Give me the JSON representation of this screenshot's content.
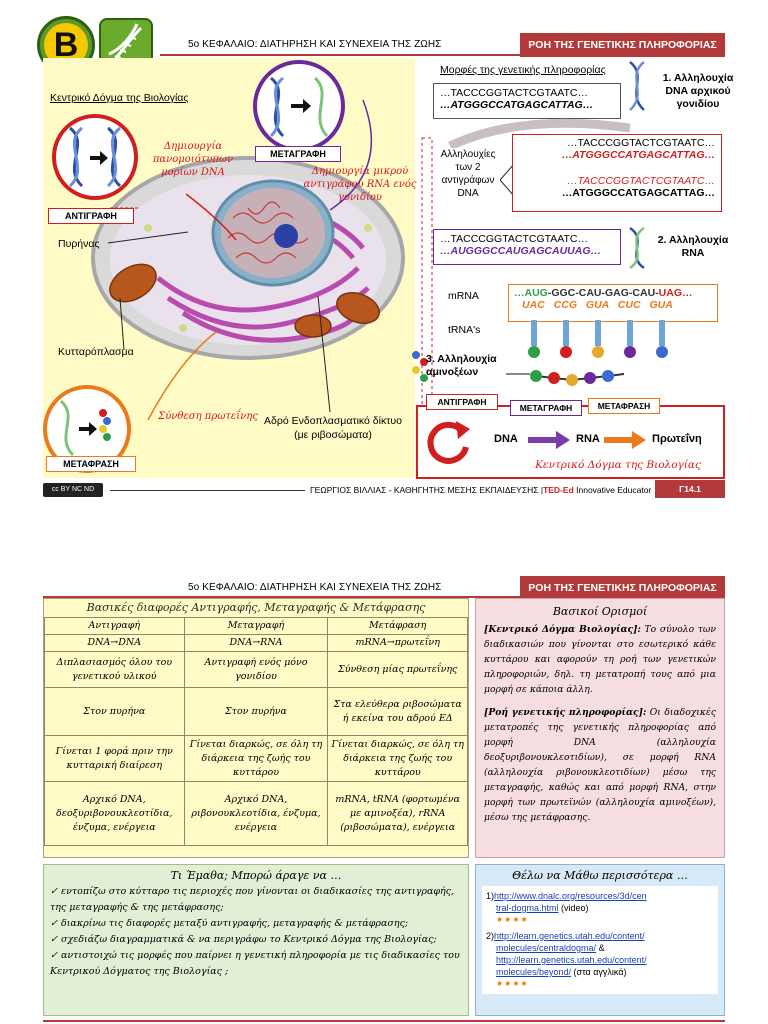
{
  "page1": {
    "header_title": "5ο ΚΕΦΑΛΑΙΟ: ΔΙΑΤΗΡΗΣΗ ΚΑΙ ΣΥΝΕΧΕΙΑ ΤΗΣ ΖΩΗΣ",
    "header_tag": "ΡΟΗ ΤΗΣ ΓΕΝΕΤΙΚΗΣ ΠΛΗΡΟΦΟΡΙΑΣ",
    "logo_letter": "B",
    "left_title": "Κεντρικό Δόγμα της Βιολογίας",
    "circles": {
      "replication": "ΑΝΤΙΓΡΑΦΗ",
      "transcription": "ΜΕΤΑΓΡΑΦΗ",
      "translation": "ΜΕΤΑΦΡΑΣΗ"
    },
    "notes": {
      "replication_note": "Δημιουργία πανομοιότυπων μορίων DNA",
      "transcription_note": "Δημιουργία μικρού αντιγράφου RNA ενός γονιδίου",
      "translation_note": "Σύνθεση πρωτεΐνης"
    },
    "cell_labels": {
      "nucleus": "Πυρήνας",
      "cytoplasm": "Κυτταρόπλασμα",
      "er": "Αδρό Ενδοπλασματικό δίκτυο (με ριβοσώματα)"
    },
    "right_title": "Μορφές της γενετικής πληροφορίας",
    "form1_label": "1. Αλληλουχία DNA αρχικού γονιδίου",
    "dna_top": "…TACCCGGTACTCGTAATC…",
    "dna_bottom": "…ATGGGCCATGAGCATTAG…",
    "copies_label": "Αλληλουχίες των 2 αντιγράφων DNA",
    "copy1_top": "…TACCCGGTACTCGTAATC…",
    "copy1_bottom": "…ATGGGCCATGAGCATTAG…",
    "copy2_top": "…TACCCGGTACTCGTAATC…",
    "copy2_bottom": "…ATGGGCCATGAGCATTAG…",
    "form2_label": "2. Αλληλουχία RNA",
    "rna_top": "…TACCCGGTACTCGTAATC…",
    "rna_bottom": "…AUGGGCCAUGAGCAUUAG…",
    "mrna_label": "mRNA",
    "mrna_seq_start": "…AUG",
    "mrna_seq_mid": "-GGC-CAU-GAG-CAU-",
    "mrna_seq_end": "UAG…",
    "anticodons": "UAC CCG GUA CUC GUA",
    "trna_label": "tRNA's",
    "form3_label": "3. Αλληλουχία αμινοξέων",
    "flow_tags": [
      "ΑΝΤΙΓΡΑΦΗ",
      "ΜΕΤΑΓΡΑΦΗ",
      "ΜΕΤΑΦΡΑΣΗ"
    ],
    "flow_dna": "DNA",
    "flow_rna": "RNA",
    "flow_protein": "Πρωτεΐνη",
    "flow_caption": "Κεντρικό Δόγμα της Βιολογίας",
    "footer_author": "ΓΕΩΡΓΙΟΣ ΒΙΛΛΙΑΣ - ΚΑΘΗΓΗΤΗΣ ΜΕΣΗΣ ΕΚΠΑΙΔΕΥΣΗΣ |",
    "footer_ted": "TED-Ed",
    "footer_rest": " Innovative Educator",
    "footer_page": "Γ14.1",
    "cc_label": "cc BY NC ND"
  },
  "page2": {
    "header_title": "5ο ΚΕΦΑΛΑΙΟ: ΔΙΑΤΗΡΗΣΗ ΚΑΙ ΣΥΝΕΧΕΙΑ ΤΗΣ ΖΩΗΣ",
    "header_tag": "ΡΟΗ ΤΗΣ ΓΕΝΕΤΙΚΗΣ ΠΛΗΡΟΦΟΡΙΑΣ",
    "table_title": "Βασικές διαφορές Αντιγραφής, Μεταγραφής & Μετάφρασης",
    "table_headers": [
      "Αντιγραφή",
      "Μεταγραφή",
      "Μετάφραση"
    ],
    "table_rows": [
      [
        "DNA→DNA",
        "DNA→RNA",
        "mRNA→πρωτεΐνη"
      ],
      [
        "Διπλασιασμός όλου του γενετικού υλικού",
        "Αντιγραφή ενός μόνο γονιδίου",
        "Σύνθεση μίας πρωτεΐνης"
      ],
      [
        "Στον πυρήνα",
        "Στον πυρήνα",
        "Στα ελεύθερα ριβοσώματα ή εκείνα του αδρού ΕΔ"
      ],
      [
        "Γίνεται 1 φορά πριν την κυτταρική διαίρεση",
        "Γίνεται διαρκώς, σε όλη τη διάρκεια της ζωής του κυττάρου",
        "Γίνεται διαρκώς, σε όλη τη διάρκεια της ζωής του κυττάρου"
      ],
      [
        "Αρχικό DNA, δεοξυριβονουκλεοτίδια, ένζυμα, ενέργεια",
        "Αρχικό DNA, ριβονουκλεοτίδια, ένζυμα, ενέργεια",
        "mRNA, tRNA (φορτωμένα με αμινοξέα), rRNA (ριβοσώματα), ενέργεια"
      ]
    ],
    "defs_title": "Βασικοί Ορισμοί",
    "def1_term": "[Κεντρικό Δόγμα Βιολογίας]:",
    "def1_text": " Το σύνολο των διαδικασιών που γίνονται στο εσωτερικό κάθε κυττάρου και αφορούν τη ροή των γενετικών πληροφοριών, δηλ. τη μετατροπή τους από μια μορφή σε κάποια άλλη.",
    "def2_term": "[Ροή γενετικής πληροφορίας]:",
    "def2_text": " Οι διαδοχικές μετατροπές της γενετικής πληροφορίας από μορφή DNA (αλληλουχία δεοξυριβονουκλεοτιδίων), σε μορφή RNA (αλληλουχία ριβονουκλεοτιδίων) μέσω της μεταγραφής, καθώς και από μορφή RNA, στην μορφή των πρωτεϊνών (αλληλουχία αμινοξέων), μέσω της μετάφρασης.",
    "learn_title": "Τι Έμαθα; Μπορώ άραγε να …",
    "learn_items": [
      "εντοπίζω στο κύτταρο τις περιοχές που γίνονται οι διαδικασίες της αντιγραφής, της μεταγραφής & της μετάφρασης;",
      "διακρίνω τις διαφορές μεταξύ αντιγραφής, μεταγραφής & μετάφρασης;",
      "σχεδιάζω διαγραμματικά & να περιγράφω το Κεντρικό Δόγμα της Βιολογίας;",
      "αντιστοιχώ τις μορφές που παίρνει η γενετική πληροφορία με τις διαδικασίες του Κεντρικού Δόγματος της Βιολογίας ;"
    ],
    "more_title": "Θέλω να Μάθω περισσότερα …",
    "link1_num": "1)",
    "link1_a": "http://www.dnalc.org/resources/3d/cen",
    "link1_b": "tral-dogma.html",
    "link1_suffix": " (video)",
    "link2_num": "2)",
    "link2_a": "http://learn.genetics.utah.edu/content/",
    "link2_b": "molecules/centraldogma/",
    "link2_amp": " &",
    "link2_c": "http://learn.genetics.utah.edu/content/",
    "link2_d": "molecules/beyond/",
    "link2_suffix": " (στα αγγλικά)",
    "stars": "★★★★"
  }
}
